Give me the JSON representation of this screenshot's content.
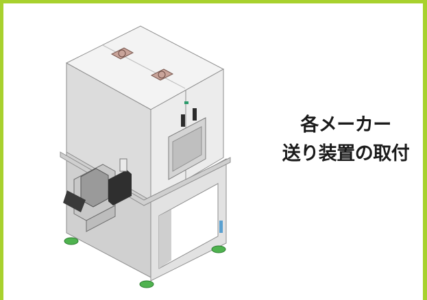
{
  "caption": {
    "line1": "各メーカー",
    "line2": "送り装置の取付"
  },
  "illustration": {
    "subject": "machine-cabinet-with-feeder",
    "colors": {
      "frame_border": "#a8d12e",
      "body": "#e4e4e4",
      "body_shadow": "#c4c4c4",
      "top": "#f2f2f2",
      "foot": "#4fb34f",
      "fan": "#c49a8f"
    }
  }
}
